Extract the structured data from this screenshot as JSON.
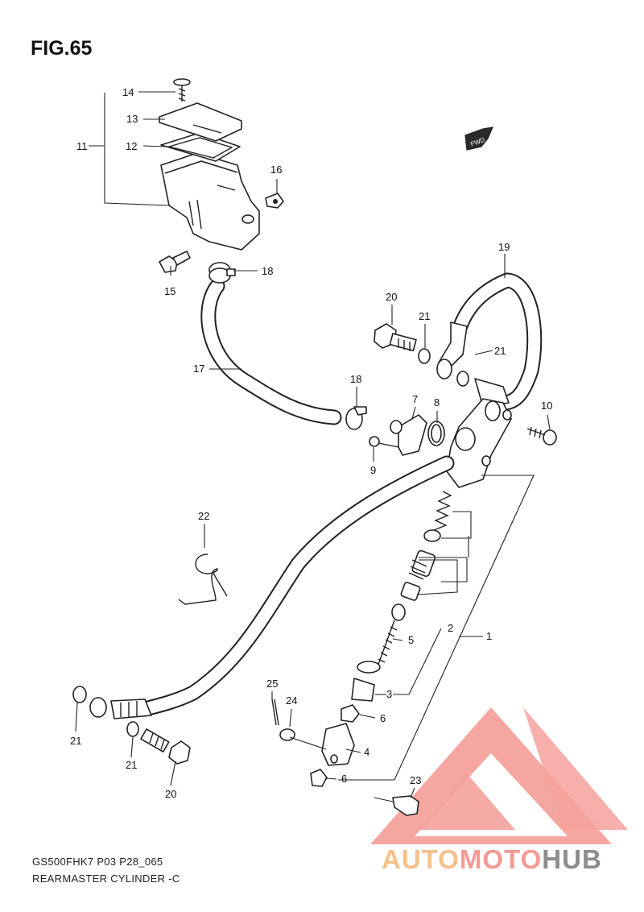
{
  "figure": {
    "title": "FIG.65",
    "model_code": "GS500FHK7 P03 P28_065",
    "description": "REARMASTER CYLINDER -C"
  },
  "direction_marker": "FWD",
  "callouts": {
    "c1": "1",
    "c2": "2",
    "c3": "3",
    "c4": "4",
    "c5": "5",
    "c6a": "6",
    "c6b": "6",
    "c7": "7",
    "c8": "8",
    "c9": "9",
    "c10": "10",
    "c11": "11",
    "c12": "12",
    "c13": "13",
    "c14": "14",
    "c15": "15",
    "c16": "16",
    "c17": "17",
    "c18a": "18",
    "c18b": "18",
    "c19": "19",
    "c20a": "20",
    "c20b": "20",
    "c21a": "21",
    "c21b": "21",
    "c21c": "21",
    "c21d": "21",
    "c22": "22",
    "c23": "23",
    "c24": "24",
    "c25": "25"
  },
  "watermark": {
    "part1": "AUTO",
    "part2": "MOTO",
    "part3": "HUB",
    "colors": {
      "auto": "#f7c08a",
      "moto": "#f49a95",
      "hub": "#8c8c8c",
      "logo": "#f4a19c"
    }
  }
}
